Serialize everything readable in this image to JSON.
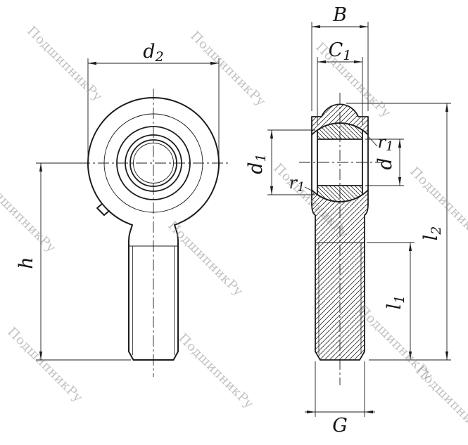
{
  "watermark": {
    "text": "ПодшипникРу",
    "color": "#8f8f8f"
  },
  "drawing": {
    "type": "rod-end-bearing-two-view-technical-drawing",
    "line_color": "#1c1c1c",
    "background": "#ffffff"
  },
  "dimensions": {
    "d2": {
      "main": "d",
      "sub": "2"
    },
    "h": {
      "main": "h",
      "sub": ""
    },
    "B": {
      "main": "B",
      "sub": ""
    },
    "C1": {
      "main": "C",
      "sub": "1"
    },
    "d1": {
      "main": "d",
      "sub": "1"
    },
    "r1_top": {
      "main": "r",
      "sub": "1"
    },
    "r1_bottom": {
      "main": "r",
      "sub": "1"
    },
    "d": {
      "main": "d",
      "sub": ""
    },
    "l2": {
      "main": "l",
      "sub": "2"
    },
    "l1": {
      "main": "l",
      "sub": "1"
    },
    "G": {
      "main": "G",
      "sub": ""
    }
  }
}
